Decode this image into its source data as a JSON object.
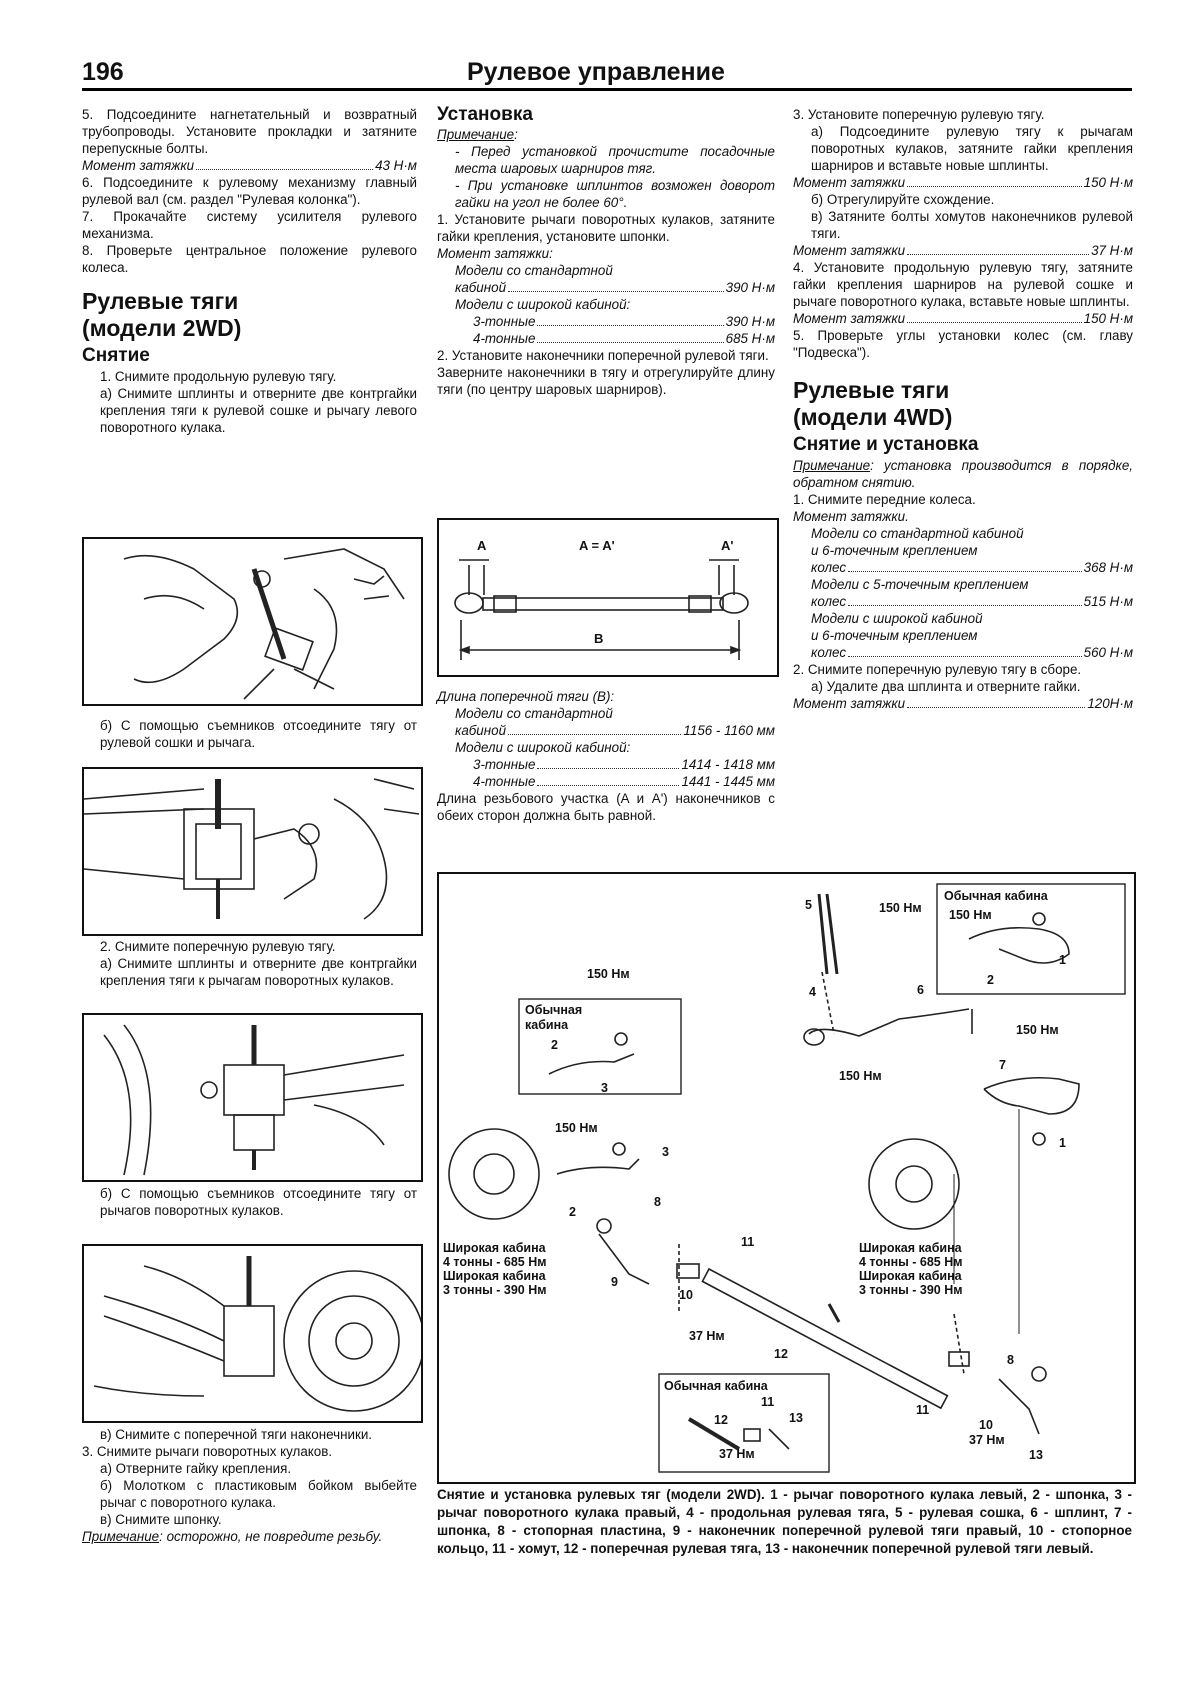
{
  "header": {
    "page_number": "196",
    "title": "Рулевое управление"
  },
  "col1": {
    "s5": "5. Подсоедините нагнетательный и возвратный трубопроводы. Установите прокладки и затяните перепускные болты.",
    "t5_label": "Момент затяжки",
    "t5_value": "43 Н·м",
    "s6": "6. Подсоедините к рулевому механизму главный рулевой вал (см. раздел \"Рулевая колонка\").",
    "s7": "7. Прокачайте систему усилителя рулевого механизма.",
    "s8": "8. Проверьте центральное положение рулевого колеса.",
    "h_section_1": "Рулевые тяги",
    "h_section_2": "(модели 2WD)",
    "h_removal": "Снятие",
    "r1": "1. Снимите продольную рулевую тягу.",
    "r1a": "а) Снимите шплинты и отверните две контргайки крепления тяги к рулевой сошке и рычагу левого поворотного кулака.",
    "r1b": "б) С помощью съемников отсоедините тягу от рулевой сошки и рычага.",
    "r2": "2. Снимите поперечную рулевую тягу.",
    "r2a": "а) Снимите шплинты и отверните две контргайки крепления тяги к рычагам поворотных кулаков.",
    "r2b": "б) С помощью съемников отсоедините тягу от рычагов поворотных кулаков.",
    "r2c": "в) Снимите с поперечной тяги наконечники.",
    "r3": "3. Снимите рычаги поворотных кулаков.",
    "r3a": "а) Отверните гайку крепления.",
    "r3b": "б) Молотком с пластиковым бойком выбейте рычаг с поворотного кулака.",
    "r3c": "в) Снимите шпонку.",
    "note_label": "Примечание",
    "note_text": ": осторожно, не повредите резьбу."
  },
  "col2": {
    "h_install": "Установка",
    "note_label": "Примечание",
    "note1": "- Перед установкой прочистите посадочные места шаровых шарниров тяг.",
    "note2": "- При установке шплинтов возможен доворот гайки на угол не более 60°.",
    "i1": "1. Установите рычаги поворотных кулаков, затяните гайки крепления, установите шпонки.",
    "torque_title": "Момент затяжки:",
    "std_cab": "Модели со стандартной",
    "cab_label": "кабиной",
    "cab_value": "390 Н·м",
    "wide_cab": "Модели с широкой кабиной:",
    "t3_label": "3-тонные",
    "t3_value": "390 Н·м",
    "t4_label": "4-тонные",
    "t4_value": "685 Н·м",
    "i2": "2. Установите наконечники поперечной рулевой тяги.",
    "i2b": "Заверните наконечники в тягу и отрегулируйте длину тяги (по центру шаровых шарниров).",
    "diag_A": "A",
    "diag_A2": "A'",
    "diag_eq": "A = A'",
    "diag_B": "B",
    "len_title": "Длина поперечной тяги (B):",
    "len_std": "Модели со стандартной",
    "len_cab_label": "кабиной",
    "len_cab_value": "1156 - 1160 мм",
    "len_wide": "Модели с широкой кабиной:",
    "len3_label": "3-тонные",
    "len3_value": "1414 - 1418 мм",
    "len4_label": "4-тонные",
    "len4_value": "1441 - 1445 мм",
    "thread": "Длина резьбового участка (A и A') наконечников с обеих сторон должна быть равной."
  },
  "col3": {
    "i3": "3. Установите поперечную рулевую тягу.",
    "i3a": "а) Подсоедините рулевую тягу к рычагам поворотных кулаков, затяните гайки крепления шарниров и вставьте новые шплинты.",
    "t_label": "Момент затяжки",
    "t150": "150 Н·м",
    "i3b": "б) Отрегулируйте схождение.",
    "i3c": "в) Затяните болты хомутов наконечников рулевой тяги.",
    "t37": "37 Н·м",
    "i4": "4. Установите продольную рулевую тягу, затяните гайки крепления шарниров на рулевой сошке и рычаге поворотного кулака, вставьте новые шплинты.",
    "i5": "5. Проверьте углы установки колес (см. главу \"Подвеска\").",
    "h_section_1": "Рулевые тяги",
    "h_section_2": "(модели 4WD)",
    "h_sub": "Снятие и установка",
    "note_label": "Примечание",
    "note_text": ": установка производится в порядке, обратном снятию.",
    "s1": "1. Снимите передние колеса.",
    "torque_title": "Момент затяжки.",
    "m1a": "Модели со стандартной кабиной",
    "m1b": "и 6-точечным креплением",
    "m1_label": "колес",
    "m1_value": "368 Н·м",
    "m2a": "Модели с 5-точечным креплением",
    "m2_label": "колес",
    "m2_value": "515 Н·м",
    "m3a": "Модели с широкой кабиной",
    "m3b": "и 6-точечным креплением",
    "m3_label": "колес",
    "m3_value": "560 Н·м",
    "s2": "2. Снимите поперечную рулевую тягу в сборе.",
    "s2a": "а) Удалите два шплинта и отверните гайки.",
    "t120": "120Н·м"
  },
  "big_figure": {
    "ordinary_cab": "Обычная кабина",
    "ordinary_cab_a": "Обычная",
    "ordinary_cab_b": "кабина",
    "nm150": "150 Нм",
    "nm37": "37 Нм",
    "wide_left": [
      "Широкая кабина",
      "4 тонны - 685 Нм",
      "Широкая кабина",
      "3 тонны - 390 Нм"
    ],
    "wide_right": [
      "Широкая кабина",
      "4 тонны - 685 Нм",
      "Широкая кабина",
      "3 тонны - 390 Нм"
    ],
    "n1": "1",
    "n2": "2",
    "n3": "3",
    "n4": "4",
    "n5": "5",
    "n6": "6",
    "n7": "7",
    "n8": "8",
    "n9": "9",
    "n10": "10",
    "n11": "11",
    "n12": "12",
    "n13": "13"
  },
  "caption": "Снятие и установка рулевых тяг (модели 2WD). 1 - рычаг поворотного кулака левый, 2 - шпонка, 3 - рычаг поворотного кулака правый, 4 - продольная рулевая тяга, 5 - рулевая сошка, 6 - шплинт, 7 - шпонка, 8 - стопорная пластина, 9 - наконечник поперечной рулевой тяги правый, 10 - стопорное кольцо, 11 - хомут, 12 - поперечная рулевая тяга, 13 - наконечник поперечной рулевой тяги левый."
}
